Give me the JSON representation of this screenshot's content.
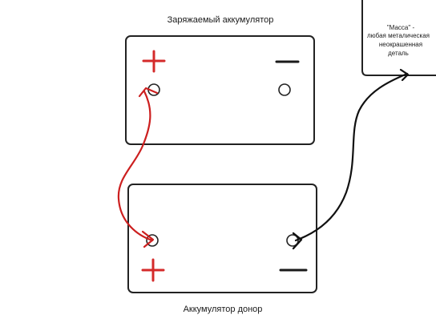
{
  "diagram": {
    "top_battery_label": "Заряжаемый аккумулятор",
    "bottom_battery_label": "Аккумулятор донор",
    "ground_note": {
      "line1": "\"Масса\" -",
      "line2": "любая металическая",
      "line3": "неокрашенная",
      "line4": "деталь"
    }
  },
  "colors": {
    "positive": "#d42a2a",
    "negative": "#1a1a1a",
    "outline": "#222222",
    "red_cable": "#cc1f1f",
    "black_cable": "#111111"
  },
  "icons": {
    "plus": "plus-sign",
    "minus": "minus-sign",
    "terminal": "terminal-circle"
  }
}
